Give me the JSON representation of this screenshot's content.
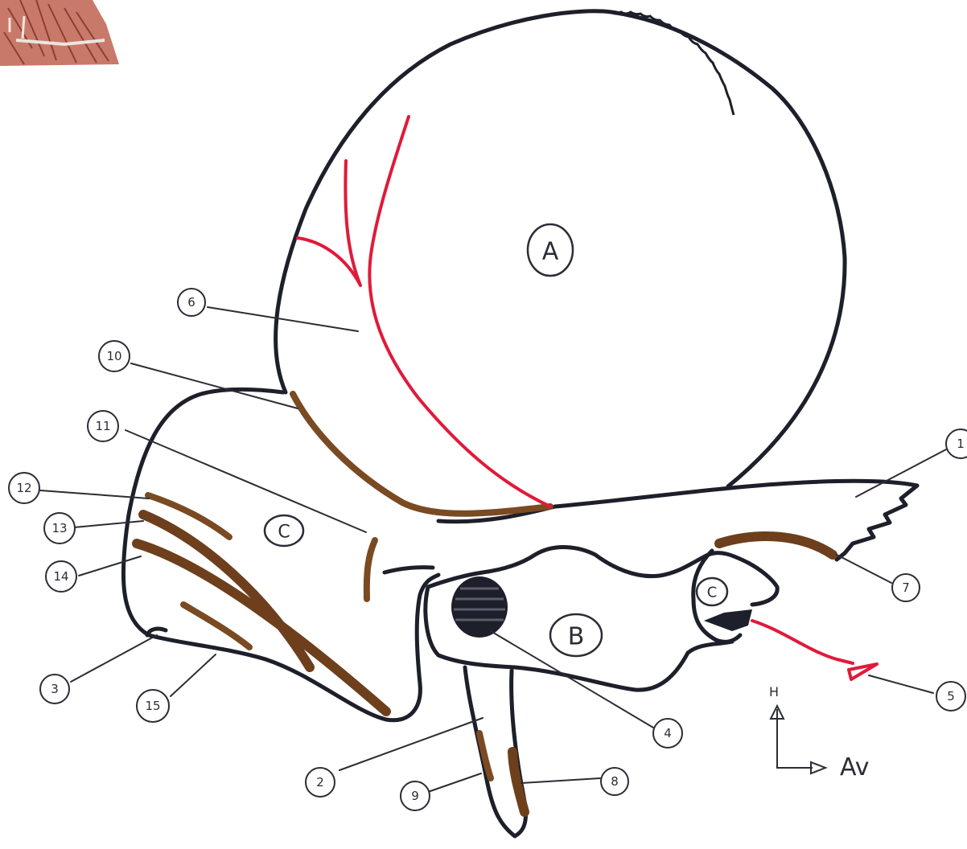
{
  "regions": [
    {
      "id": "A",
      "label": "A"
    },
    {
      "id": "B",
      "label": "B"
    },
    {
      "id": "C-left",
      "label": "C"
    },
    {
      "id": "C-right",
      "label": "C"
    }
  ],
  "callouts": [
    {
      "id": "1",
      "label": "1"
    },
    {
      "id": "2",
      "label": "2"
    },
    {
      "id": "3",
      "label": "3"
    },
    {
      "id": "4",
      "label": "4"
    },
    {
      "id": "5",
      "label": "5"
    },
    {
      "id": "6",
      "label": "6"
    },
    {
      "id": "7",
      "label": "7"
    },
    {
      "id": "8",
      "label": "8"
    },
    {
      "id": "9",
      "label": "9"
    },
    {
      "id": "10",
      "label": "10"
    },
    {
      "id": "11",
      "label": "11"
    },
    {
      "id": "12",
      "label": "12"
    },
    {
      "id": "13",
      "label": "13"
    },
    {
      "id": "14",
      "label": "14"
    },
    {
      "id": "15",
      "label": "15"
    }
  ],
  "orientation": {
    "vertical_label": "H",
    "horizontal_label": "Av"
  },
  "colors": {
    "outline": "#1d1f2a",
    "muscle": "#7a4a22",
    "vessel": "#e01a3a"
  }
}
